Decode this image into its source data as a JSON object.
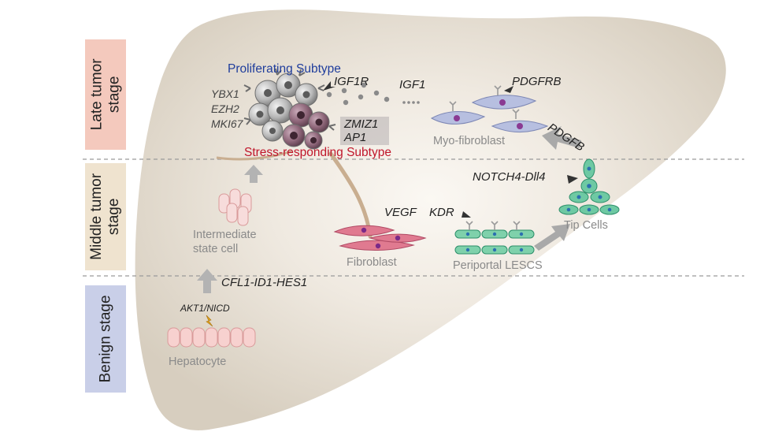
{
  "stages": {
    "late": {
      "line1": "Late tumor",
      "line2": "stage",
      "color": "#f4c9bd"
    },
    "middle": {
      "line1": "Middle tumor",
      "line2": "stage",
      "color": "#efe3cf"
    },
    "benign": {
      "line1": "Benign stage",
      "color": "#c9cfe8"
    }
  },
  "labels": {
    "proliferating": "Proliferating  Subtype",
    "stress": "Stress-responding  Subtype",
    "ybx1": "YBX1",
    "ezh2": "EZH2",
    "mki67": "MKI67",
    "igf1r": "IGF1R",
    "igf1": "IGF1",
    "zmiz1": "ZMIZ1",
    "ap1": "AP1",
    "pdgfrb": "PDGFRB",
    "pdgfb": "PDGFB",
    "myofibroblast": "Myo-fibroblast",
    "notch": "NOTCH4-Dll4",
    "intermediate1": "Intermediate",
    "intermediate2": "state cell",
    "vegf": "VEGF",
    "kdr": "KDR",
    "tipcells": "Tip Cells",
    "fibroblast": "Fibroblast",
    "periportal": "Periportal LESCS",
    "cfl1": "CFL1-ID1-HES1",
    "akt1": "AKT1/NICD",
    "hepatocyte": "Hepatocyte"
  },
  "colors": {
    "liver": "#d8cfc0",
    "proliferating_text": "#1f3d9c",
    "stress_text": "#c0162b",
    "fibroblast": "#d9607a",
    "endothelial": "#5dbf9a",
    "myofibroblast": "#a9b3d6",
    "hepatocyte": "#f3c7c5"
  }
}
